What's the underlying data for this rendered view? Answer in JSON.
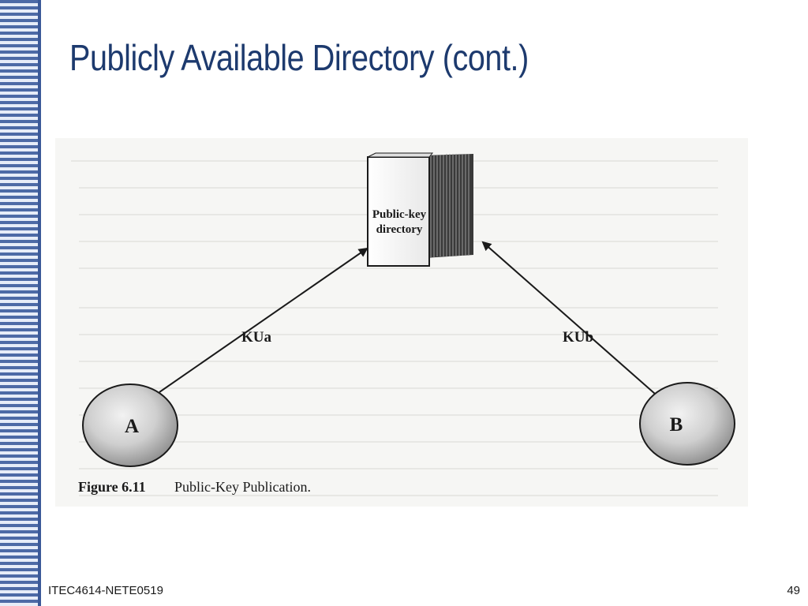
{
  "slide": {
    "title": "Publicly Available Directory (cont.)",
    "footer_left": "ITEC4614-NETE0519",
    "page_number": "49"
  },
  "figure": {
    "directory_label_line1": "Public-key",
    "directory_label_line2": "directory",
    "node_a": "A",
    "node_b": "B",
    "key_a": "KUa",
    "key_b": "KUb",
    "caption_number": "Figure 6.11",
    "caption_text": "Public-Key Publication."
  },
  "colors": {
    "title": "#1d3a6e",
    "sidebar": "#4d6aa6"
  }
}
